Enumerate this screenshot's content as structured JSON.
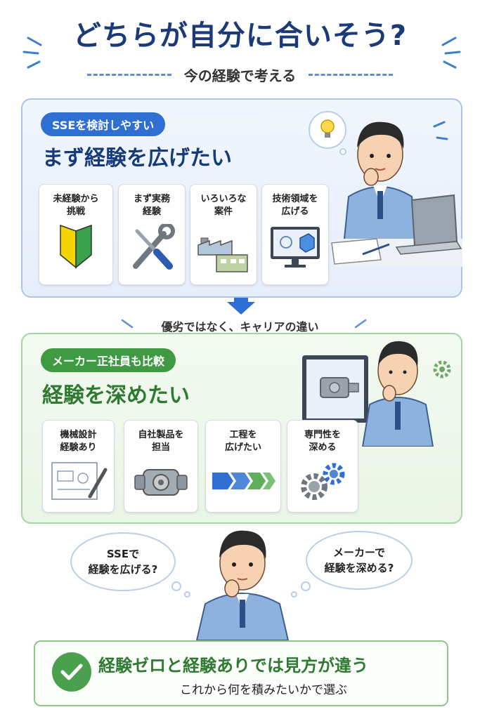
{
  "title": "どちらが自分に合いそう?",
  "subtitle": "今の経験で考える",
  "top_section": {
    "badge": "SSEを検討しやすい",
    "heading": "まず経験を広げたい",
    "cards": [
      {
        "label_line1": "未経験から",
        "label_line2": "挑戦",
        "icon": "beginner-mark-icon"
      },
      {
        "label_line1": "まず実務",
        "label_line2": "経験",
        "icon": "tools-icon"
      },
      {
        "label_line1": "いろいろな",
        "label_line2": "案件",
        "icon": "factory-icon"
      },
      {
        "label_line1": "技術領域を",
        "label_line2": "広げる",
        "icon": "cad-monitor-icon"
      }
    ]
  },
  "middle_text": "優劣ではなく、キャリアの違い",
  "bottom_section": {
    "badge": "メーカー正社員も比較",
    "heading": "経験を深めたい",
    "cards": [
      {
        "label_line1": "機械設計",
        "label_line2": "経験あり",
        "icon": "blueprint-pen-icon"
      },
      {
        "label_line1": "自社製品を",
        "label_line2": "担当",
        "icon": "machine-part-icon"
      },
      {
        "label_line1": "工程を",
        "label_line2": "広げたい",
        "icon": "process-arrows-icon"
      },
      {
        "label_line1": "専門性を",
        "label_line2": "深める",
        "icon": "gears-icon"
      }
    ]
  },
  "thoughts": {
    "left_line1": "SSEで",
    "left_line2": "経験を広げる?",
    "right_line1": "メーカーで",
    "right_line2": "経験を深める?"
  },
  "conclusion": {
    "main": "経験ゼロと経験ありでは見方が違う",
    "sub": "これから何を積みたいかで選ぶ"
  },
  "colors": {
    "navy": "#1c3a78",
    "blue": "#2f6fd1",
    "green": "#3f9a43",
    "dark_green": "#2d7a30"
  }
}
